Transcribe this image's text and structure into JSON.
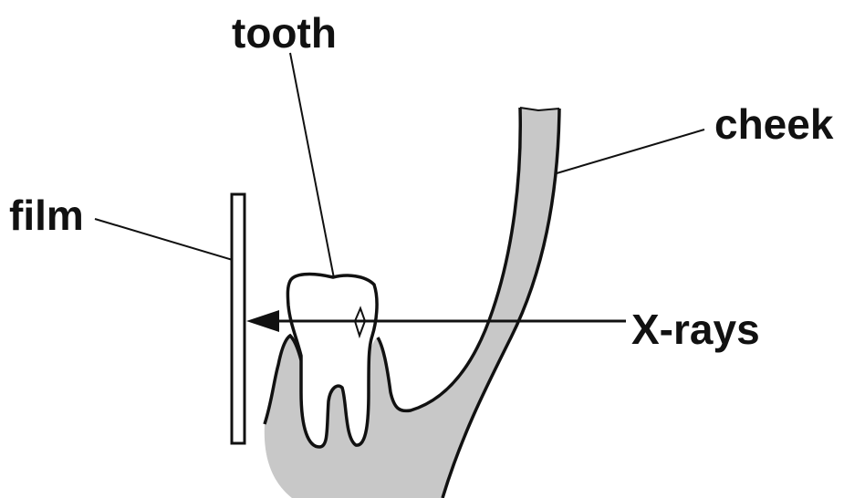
{
  "labels": {
    "tooth": "tooth",
    "cheek": "cheek",
    "film": "film",
    "xrays": "X-rays"
  },
  "colors": {
    "tissue": "#c8c8c8",
    "stroke": "#111111",
    "background": "#ffffff"
  }
}
